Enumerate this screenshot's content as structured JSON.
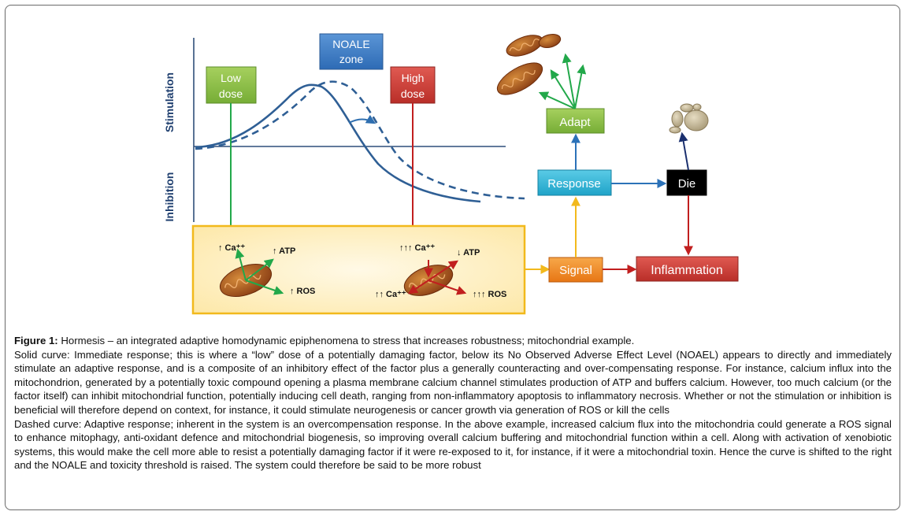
{
  "axes": {
    "y_top_label": "Stimulation",
    "y_bottom_label": "Inhibition"
  },
  "boxes": {
    "noale": [
      "NOALE",
      "zone"
    ],
    "low_dose": [
      "Low",
      "dose"
    ],
    "high_dose": [
      "High",
      "dose"
    ],
    "adapt": "Adapt",
    "response": "Response",
    "die": "Die",
    "signal": "Signal",
    "inflammation": "Inflammation"
  },
  "mito_labels": {
    "left": {
      "ca": "↑ Ca⁺⁺",
      "atp": "↑ ATP",
      "ros": "↑ ROS"
    },
    "right": {
      "ca_top": "↑↑↑ Ca⁺⁺",
      "atp": "↓ ATP",
      "ca_bottom": "↑↑ Ca⁺⁺",
      "ros": "↑↑↑ ROS"
    }
  },
  "colors": {
    "noale": "#3a78c0",
    "low_dose": "#8cc04a",
    "high_dose": "#d0403a",
    "adapt": "#8cc04a",
    "response": "#33b7d8",
    "die": "#000000",
    "signal": "#f08a24",
    "inflammation": "#d13a34",
    "curve": "#2f4f7a"
  },
  "caption": {
    "figure_label": "Figure 1:",
    "figure_title": " Hormesis – an integrated adaptive homodynamic epiphenomena to stress that increases robustness; mitochondrial example.",
    "solid": "Solid curve: Immediate response; this is where a “low” dose of a potentially damaging factor, below its No Observed Adverse Effect Level (NOAEL) appears to directly and immediately stimulate an adaptive response, and is a composite of an inhibitory effect of the factor plus a generally counteracting and over-compensating response. For instance, calcium influx into the mitochondrion, generated by a potentially toxic compound opening a plasma membrane calcium channel stimulates production of ATP and buffers calcium. However, too much calcium (or the factor itself) can inhibit mitochondrial function, potentially inducing cell death, ranging from non-inflammatory apoptosis to inflammatory necrosis. Whether or not the stimulation or inhibition is beneficial will therefore depend on context, for instance, it could stimulate neurogenesis or cancer growth via generation of ROS or kill the cells",
    "dashed": "Dashed curve: Adaptive response; inherent in the system is an overcompensation response. In the above example, increased calcium flux into the mitochondria could generate a ROS signal to enhance mitophagy, anti-oxidant defence and mitochondrial biogenesis, so improving overall calcium buffering and mitochondrial function within a cell. Along with activation of xenobiotic systems, this would make the cell more able to resist a potentially damaging factor if it were re-exposed to it, for instance, if it were a mitochondrial toxin. Hence the curve is shifted to the right and the NOALE and toxicity threshold is raised. The system could therefore be said to be more robust"
  }
}
